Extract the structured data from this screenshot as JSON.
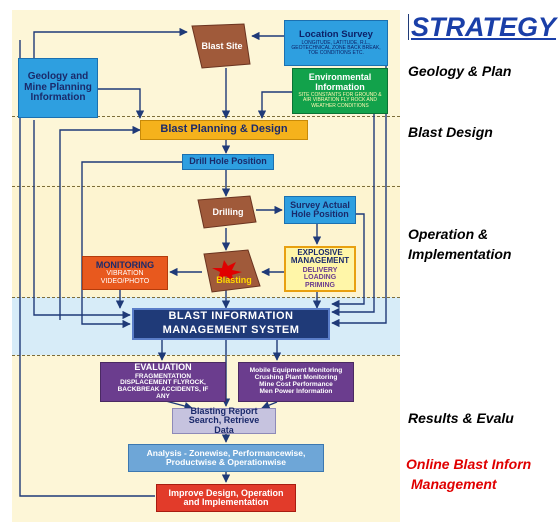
{
  "heading": "STRATEGY",
  "strategy_items": [
    {
      "label": "Geology & Plan"
    },
    {
      "label": "Blast Design"
    },
    {
      "label": "Operation &"
    },
    {
      "label": "Implementation"
    },
    {
      "label": "Results & Evalu"
    }
  ],
  "online_label": {
    "line1": "Online Blast Inforn",
    "line2": "Management"
  },
  "colors": {
    "band_yellow": "#fdf6d7",
    "band_blue": "#d7ecf8",
    "accent_red": "#e00000",
    "navy": "#1f3a78"
  },
  "nodes": {
    "blast_site": "Blast Site",
    "location_survey": {
      "title": "Location Survey",
      "details": "LONGITUDE, LATITUDE, R.L., GEOTECHNICAL ZONE BACK BREAK, TOE CONDITIONS ETC."
    },
    "environmental": {
      "title": "Environmental Information",
      "details": "SITE CONSTANTS FOR GROUND & AIR VIBRATION FLY ROCK AND WEATHER CONDITIONS"
    },
    "geology": "Geology and Mine Planning Information",
    "blast_planning": "Blast Planning & Design",
    "drill_hole": "Drill Hole Position",
    "drilling": "Drilling",
    "survey_actual": "Survey Actual Hole Position",
    "monitoring": {
      "title": "MONITORING",
      "details": "VIBRATION VIDEO/PHOTO"
    },
    "blasting": "Blasting",
    "explosive": {
      "title": "EXPLOSIVE MANAGEMENT",
      "details": "DELIVERY LOADING PRIMING"
    },
    "bims": {
      "line1": "BLAST INFORMATION",
      "line2": "MANAGEMENT SYSTEM"
    },
    "evaluation": {
      "title": "EVALUATION",
      "details": "FRAGMENTATION DISPLACEMENT FLYROCK, BACKBREAK ACCIDENTS, IF ANY"
    },
    "mobile": {
      "line1": "Mobile Equipment Monitoring",
      "line2": "Crushing Plant Monitoring",
      "line3": "Mine Cost Performance",
      "line4": "Men Power Information"
    },
    "blasting_report": "Blasting Report Search, Retrieve Data",
    "analysis": "Analysis - Zonewise, Performancewise, Productwise & Operationwise",
    "improve": "Improve Design, Operation and Implementation"
  }
}
